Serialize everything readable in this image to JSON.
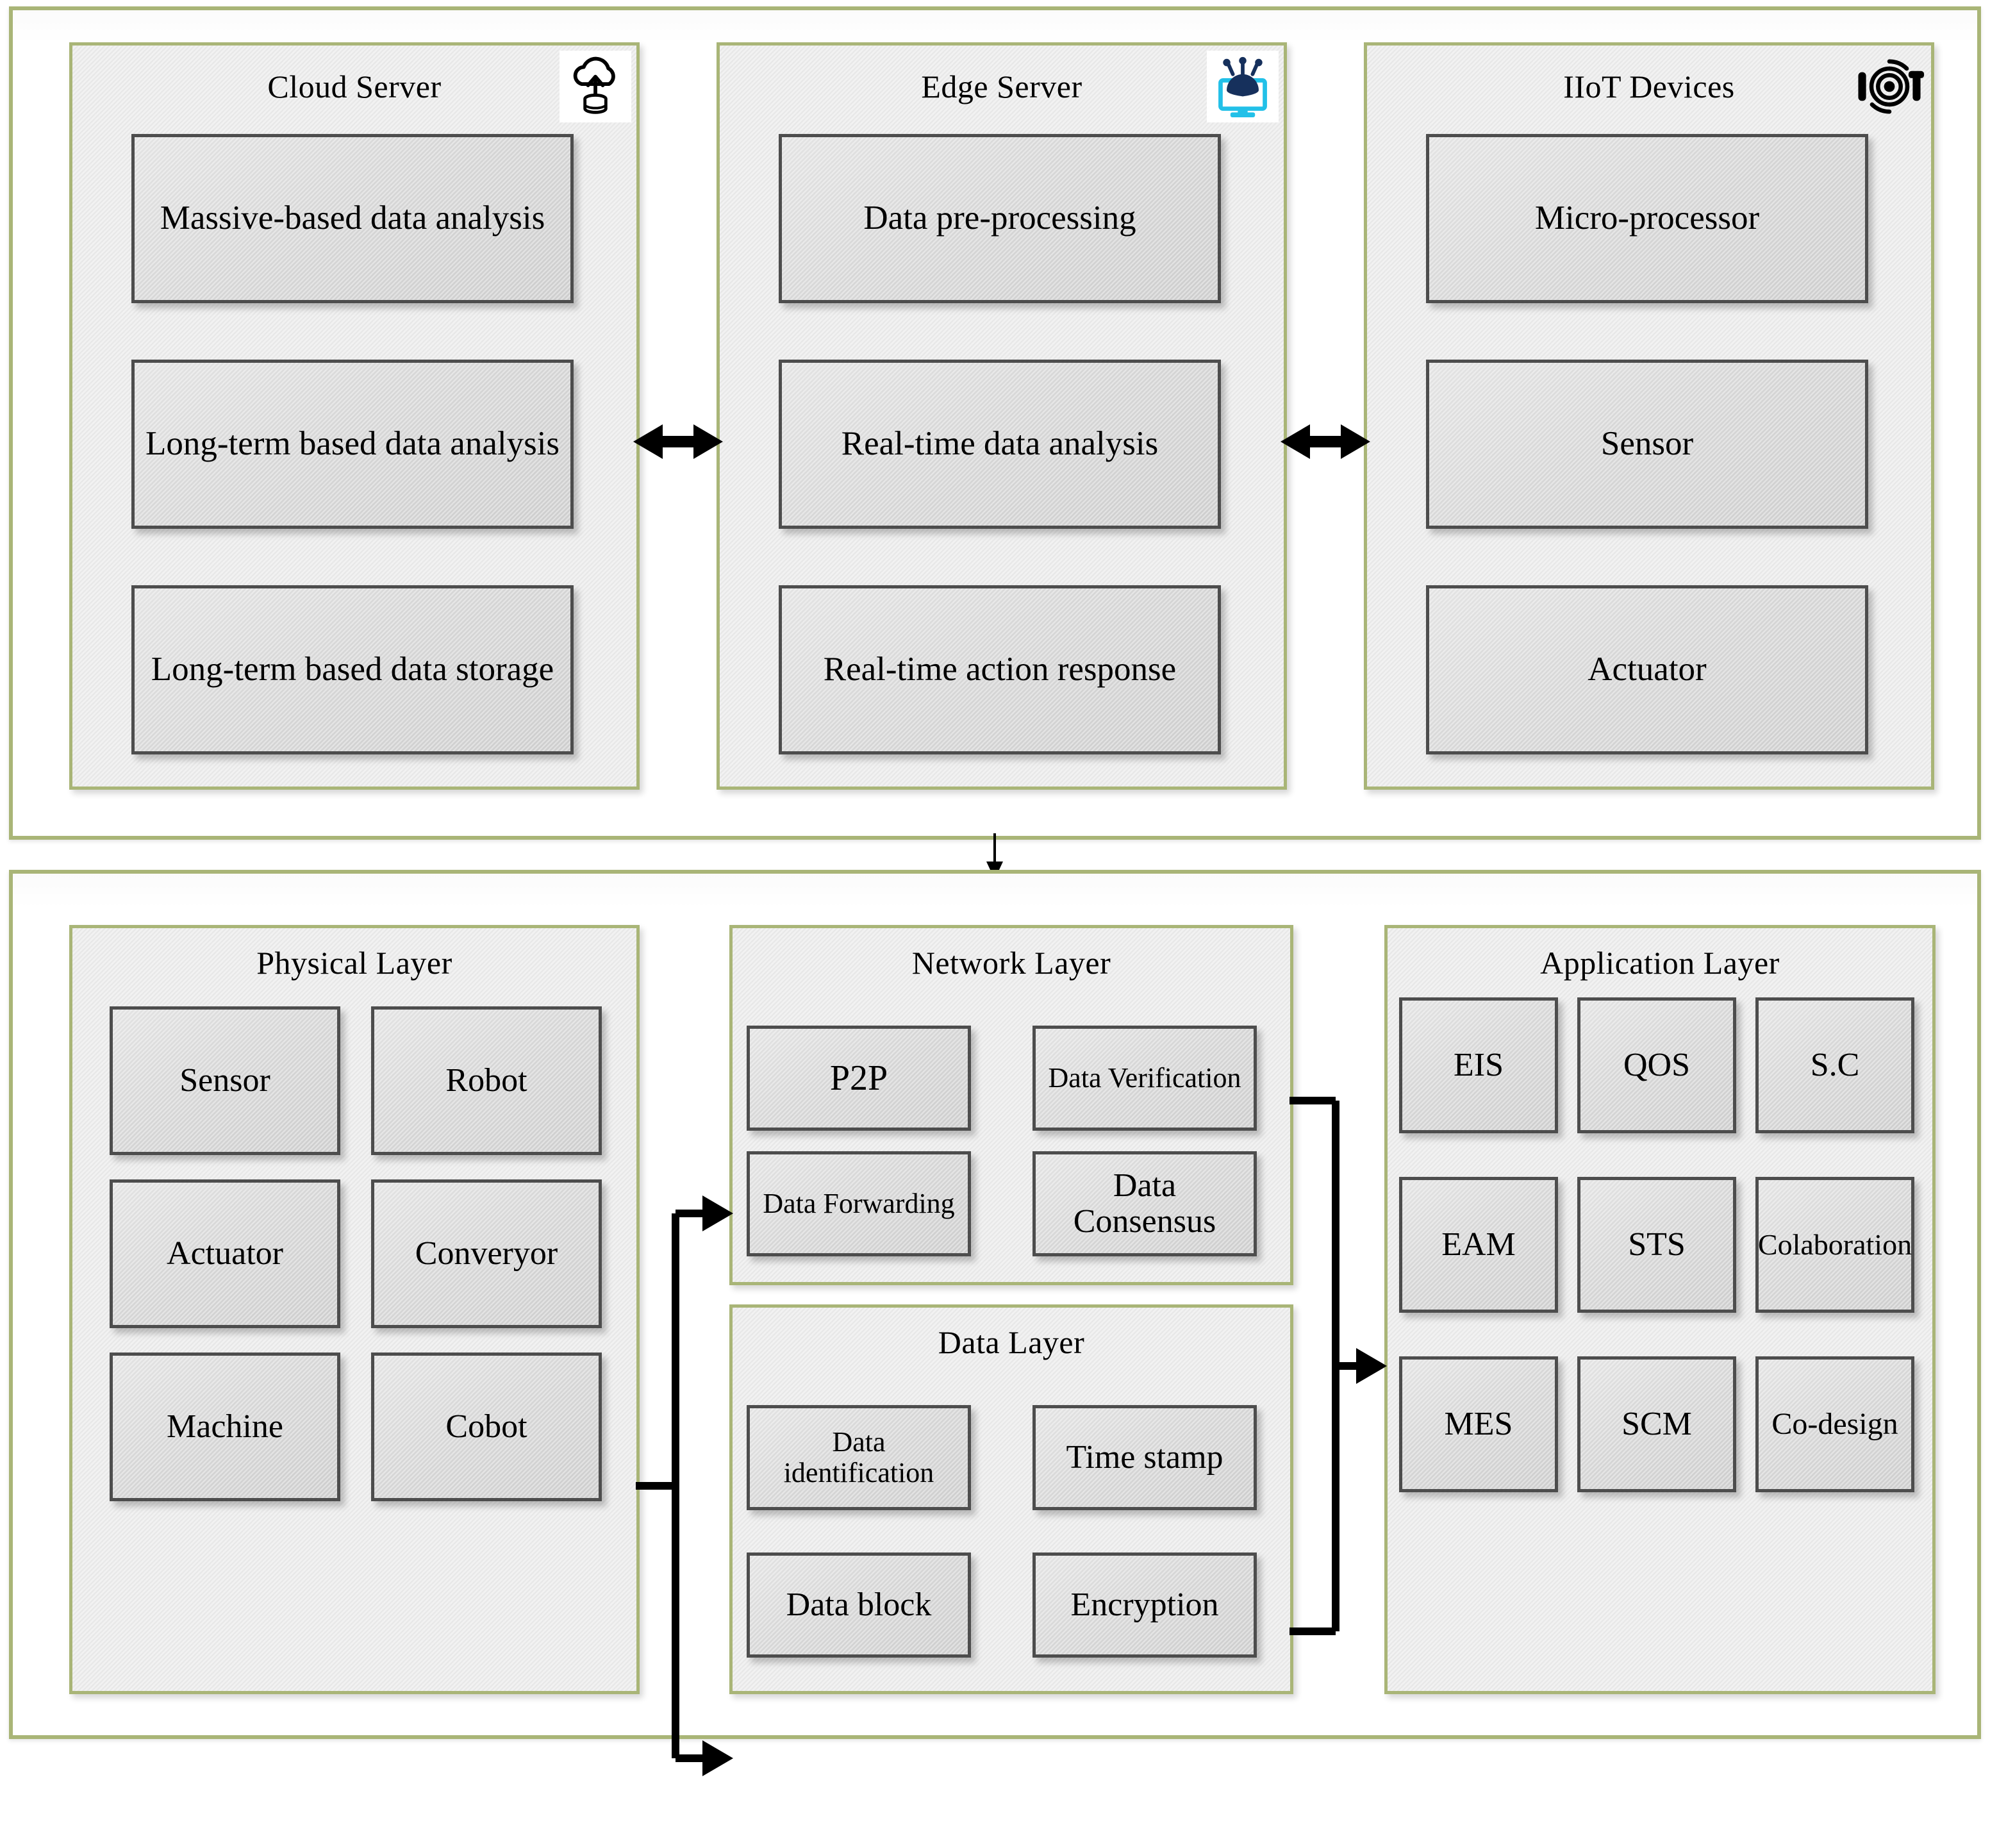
{
  "diagram": {
    "title_hidden": "",
    "accent_border": "#a9b577",
    "box_border": "#4d4d4d",
    "edge_icon_color": "#16305c",
    "edge_icon_accent": "#22c0e8"
  },
  "top_panel": {
    "groups": [
      {
        "title": "Cloud Server",
        "icon": "cloud-database-icon",
        "items": [
          "Massive-based data analysis",
          "Long-term based data analysis",
          "Long-term based data storage"
        ]
      },
      {
        "title": "Edge Server",
        "icon": "edge-server-monitor-icon",
        "items": [
          "Data pre-processing",
          "Real-time data analysis",
          "Real-time action response"
        ]
      },
      {
        "title": "IIoT Devices",
        "icon": "iiot-signal-icon",
        "items": [
          "Micro-processor",
          "Sensor",
          "Actuator"
        ]
      }
    ]
  },
  "bottom_panel": {
    "physical_layer": {
      "title": "Physical Layer",
      "items": [
        "Sensor",
        "Robot",
        "Actuator",
        "Converyor",
        "Machine",
        "Cobot"
      ]
    },
    "network_layer": {
      "title": "Network Layer",
      "items": [
        "P2P",
        "Data Verification",
        "Data Forwarding",
        "Data Consensus"
      ]
    },
    "data_layer": {
      "title": "Data Layer",
      "items": [
        "Data identification",
        "Time stamp",
        "Data block",
        "Encryption"
      ]
    },
    "application_layer": {
      "title": "Application Layer",
      "items": [
        "EIS",
        "QOS",
        "S.C",
        "EAM",
        "STS",
        "Colaboration",
        "MES",
        "SCM",
        "Co-design"
      ]
    }
  },
  "connectors": {
    "cloud_to_edge": "bidirectional-arrow",
    "edge_to_iiot": "bidirectional-arrow",
    "top_to_bottom": "down-arrow",
    "physical_to_network": "right-arrow",
    "physical_to_data": "right-arrow",
    "network_data_to_application": "right-arrow"
  }
}
